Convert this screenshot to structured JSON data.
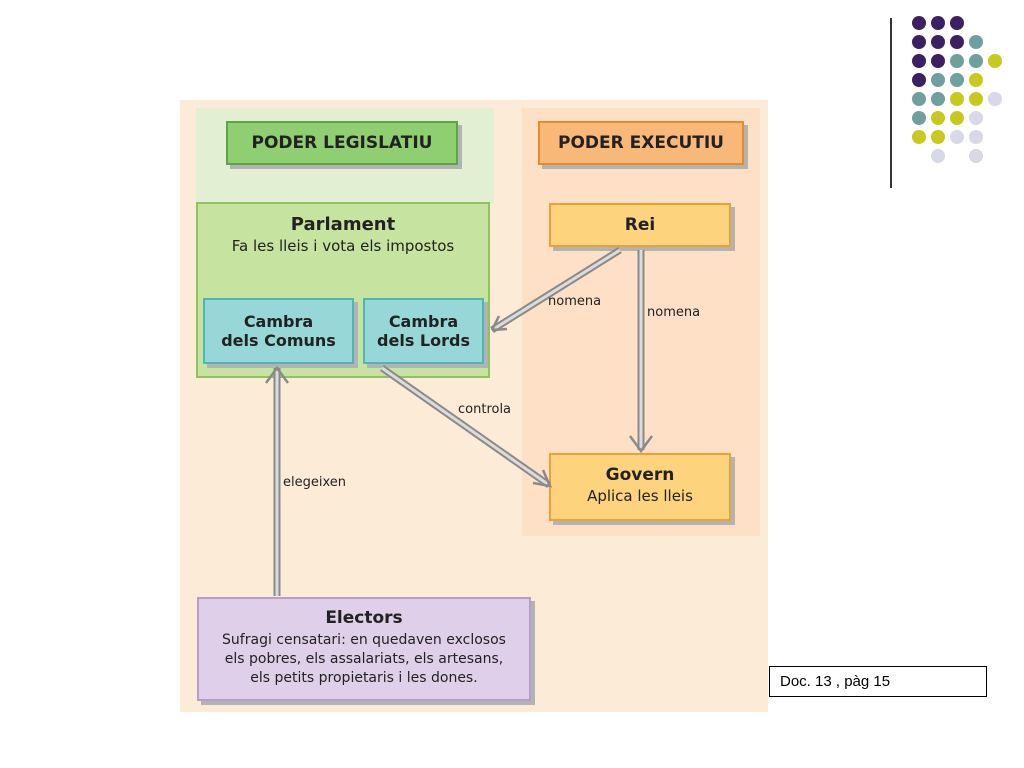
{
  "colors": {
    "purple": "#3d1f63",
    "teal": "#6f9f9f",
    "yellow_green": "#c7c91c",
    "lavender": "#d8d8e6"
  },
  "diagram": {
    "header_legislatiu": "PODER LEGISLATIU",
    "header_executiu": "PODER EXECUTIU",
    "parlament": {
      "title": "Parlament",
      "subtitle": "Fa les lleis i vota els impostos"
    },
    "cambra_comuns": {
      "line1": "Cambra",
      "line2": "dels Comuns"
    },
    "cambra_lords": {
      "line1": "Cambra",
      "line2": "dels Lords"
    },
    "rei": "Rei",
    "govern": {
      "title": "Govern",
      "subtitle": "Aplica les lleis"
    },
    "electors": {
      "title": "Electors",
      "line1": "Sufragi censatari: en quedaven exclosos",
      "line2": "els pobres, els assalariats, els artesans,",
      "line3": "els petits propietaris i les dones."
    },
    "edges": {
      "rei_to_lords": "nomena",
      "rei_to_govern": "nomena",
      "lords_to_govern": "controla",
      "electors_to_comuns": "elegeixen"
    }
  },
  "caption": "Doc. 13 , pàg 15"
}
